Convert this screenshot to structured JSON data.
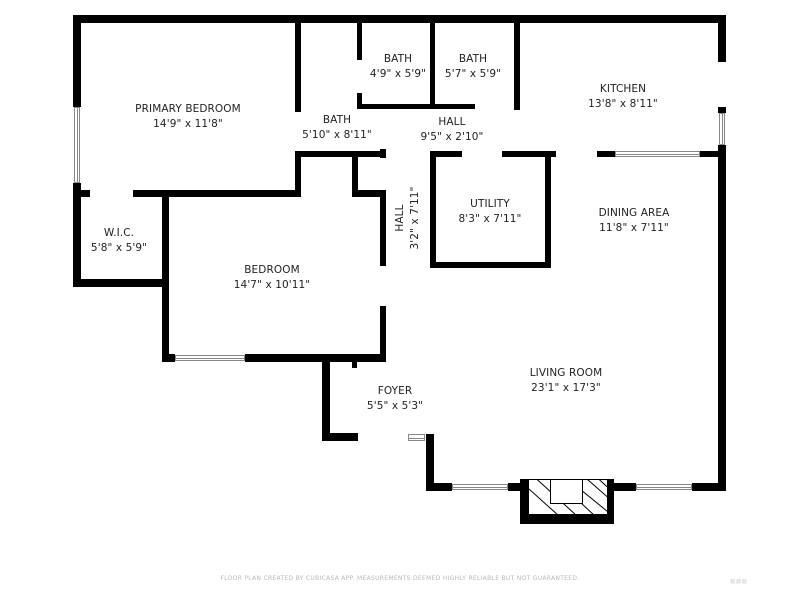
{
  "plan": {
    "rooms": [
      {
        "name": "PRIMARY BEDROOM",
        "dims": "14'9\" x 11'8\""
      },
      {
        "name": "BATH",
        "dims": "5'10\" x 8'11\""
      },
      {
        "name": "BATH",
        "dims": "4'9\" x 5'9\""
      },
      {
        "name": "BATH",
        "dims": "5'7\" x 5'9\""
      },
      {
        "name": "KITCHEN",
        "dims": "13'8\" x 8'11\""
      },
      {
        "name": "HALL",
        "dims": "9'5\" x 2'10\""
      },
      {
        "name": "W.I.C.",
        "dims": "5'8\" x 5'9\""
      },
      {
        "name": "BEDROOM",
        "dims": "14'7\" x 10'11\""
      },
      {
        "name": "HALL",
        "dims": "3'2\" x 7'11\""
      },
      {
        "name": "UTILITY",
        "dims": "8'3\" x 7'11\""
      },
      {
        "name": "DINING AREA",
        "dims": "11'8\" x 7'11\""
      },
      {
        "name": "FOYER",
        "dims": "5'5\" x 5'3\""
      },
      {
        "name": "LIVING ROOM",
        "dims": "23'1\" x 17'3\""
      }
    ],
    "colors": {
      "wall": "#000000",
      "background": "#ffffff",
      "footer_text": "#b8b8b8"
    }
  },
  "footer": {
    "disclaimer": "FLOOR PLAN CREATED BY CUBICASA APP. MEASUREMENTS DEEMED HIGHLY RELIABLE BUT NOT GUARANTEED."
  }
}
